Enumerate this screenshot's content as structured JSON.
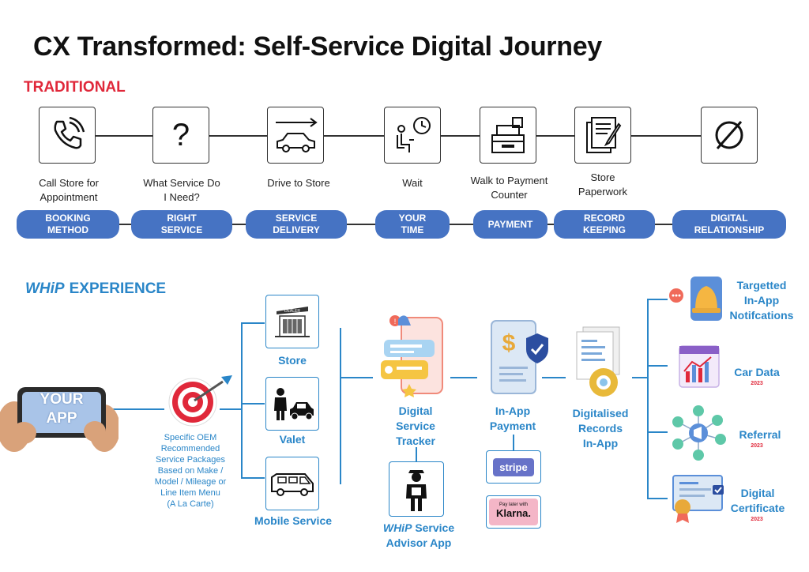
{
  "title": "CX Transformed: Self-Service Digital Journey",
  "traditional": {
    "heading": "TRADITIONAL",
    "steps": [
      {
        "icon": "phone-icon",
        "label": "Call Store for Appointment",
        "pill": "BOOKING\nMETHOD"
      },
      {
        "icon": "question-mark-icon",
        "label": "What Service Do I Need?",
        "pill": "RIGHT\nSERVICE"
      },
      {
        "icon": "car-icon",
        "label": "Drive to Store",
        "pill": "SERVICE\nDELIVERY"
      },
      {
        "icon": "waiting-person-icon",
        "label": "Wait",
        "pill": "YOUR\nTIME"
      },
      {
        "icon": "cash-register-icon",
        "label": "Walk to Payment Counter",
        "pill": "PAYMENT"
      },
      {
        "icon": "paperwork-icon",
        "label": "Store Paperwork",
        "pill": "RECORD\nKEEPING"
      },
      {
        "icon": "empty-set-icon",
        "label": "",
        "pill": "DIGITAL\nRELATIONSHIP"
      }
    ]
  },
  "whip": {
    "logo": "WHiP",
    "heading": "EXPERIENCE",
    "app_text": "YOUR APP",
    "oem_text": "Specific OEM\nRecommended\nService Packages\nBased on Make /\nModel / Mileage or\nLine Item Menu\n(A La Carte)",
    "dealer_sign": "DEALER",
    "channels": [
      "Store",
      "Valet",
      "Mobile Service"
    ],
    "tracker": "Digital\nService\nTracker",
    "advisor_logo": "WHiP",
    "advisor_label": "Service",
    "advisor_label2": "Advisor App",
    "payment": "In-App\nPayment",
    "stripe": "stripe",
    "klarna_small": "Pay later with",
    "klarna": "Klarna.",
    "records": "Digitalised\nRecords\nIn-App",
    "outcomes": [
      {
        "label": "Targetted\nIn-App\nNotifcations",
        "year": ""
      },
      {
        "label": "Car Data",
        "year": "2023"
      },
      {
        "label": "Referral",
        "year": "2023"
      },
      {
        "label": "Digital\nCertificate",
        "year": "2023"
      }
    ]
  },
  "colors": {
    "accent_blue": "#2a86c8",
    "pill_blue": "#4673c3",
    "red": "#e0283a"
  }
}
